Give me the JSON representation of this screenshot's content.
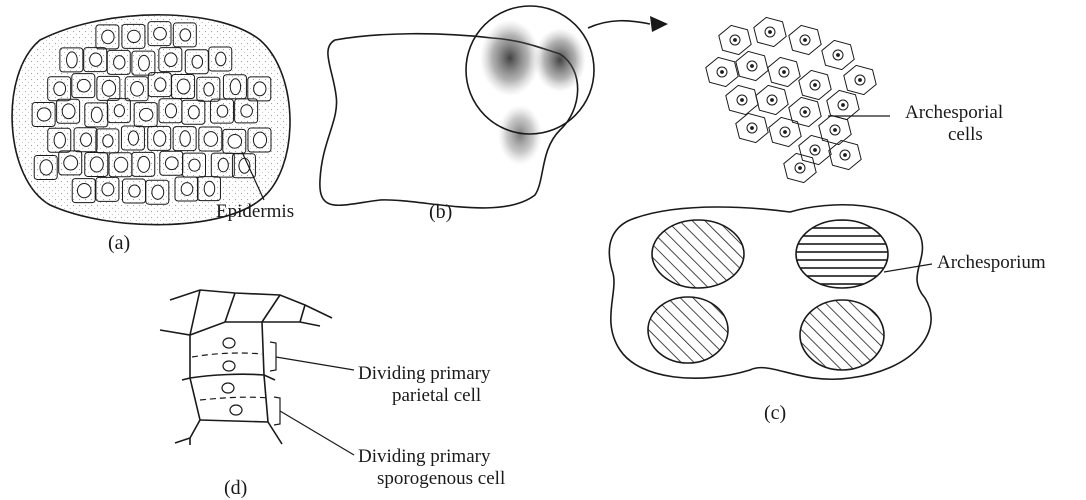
{
  "figure": {
    "panels": {
      "a": "(a)",
      "b": "(b)",
      "c": "(c)",
      "d": "(d)"
    },
    "labels": {
      "epidermis": "Epidermis",
      "archesporial_1": "Archesporial",
      "archesporial_2": "cells",
      "archesporium": "Archesporium",
      "parietal_1": "Dividing primary",
      "parietal_2": "parietal cell",
      "sporogenous_1": "Dividing primary",
      "sporogenous_2": "sporogenous cell"
    },
    "colors": {
      "ink": "#1a1a1a",
      "background": "#ffffff"
    }
  }
}
